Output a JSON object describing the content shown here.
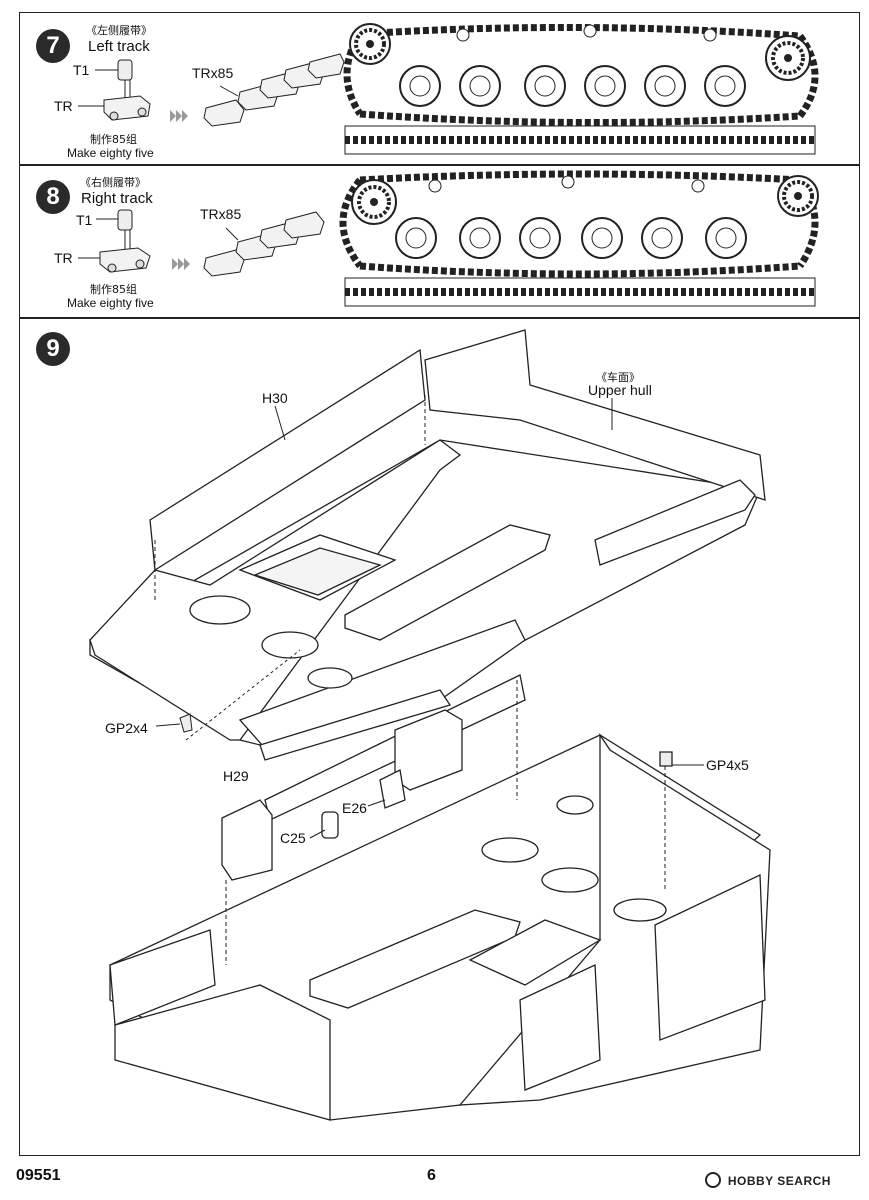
{
  "step7": {
    "number": "7",
    "title_cn": "《左侧履带》",
    "title_en": "Left track",
    "part_t1": "T1",
    "part_tr": "TR",
    "multiplier": "TRx85",
    "make_cn": "制作85组",
    "make_en": "Make eighty five"
  },
  "step8": {
    "number": "8",
    "title_cn": "《右侧履带》",
    "title_en": "Right track",
    "part_t1": "T1",
    "part_tr": "TR",
    "multiplier": "TRx85",
    "make_cn": "制作85组",
    "make_en": "Make eighty five"
  },
  "step9": {
    "number": "9",
    "h30": "H30",
    "upper_hull_cn": "《车面》",
    "upper_hull_en": "Upper hull",
    "gp2": "GP2x4",
    "h29": "H29",
    "e26": "E26",
    "c25": "C25",
    "gp4": "GP4x5"
  },
  "footer": {
    "kit_number": "09551",
    "page": "6",
    "watermark": "HOBBY SEARCH"
  }
}
